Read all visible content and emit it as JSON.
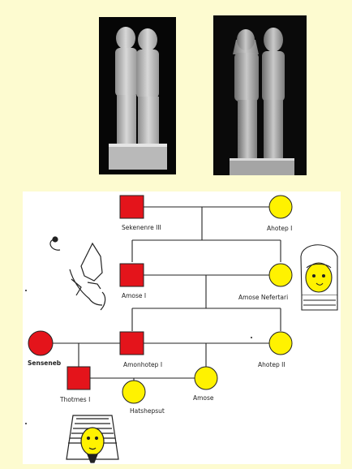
{
  "photos": [
    {
      "id": "statue-pair-left",
      "description_icon": "statue-photo-icon"
    },
    {
      "id": "statue-pair-right",
      "description_icon": "statue-photo-icon"
    }
  ],
  "pedigree": {
    "colors": {
      "male": "#e4141b",
      "female": "#fff200",
      "line": "#222222",
      "background": "#ffffff",
      "page": "#fdfbd0"
    },
    "people": {
      "sekenenre": "Sekenenre III",
      "ahotep1": "Ahotep I",
      "amose1": "Amose I",
      "amose_nefertari": "Amose Nefertari",
      "senseneb": "Senseneb",
      "amonhotep1": "Amonhotep I",
      "ahotep2": "Ahotep II",
      "amose": "Amose",
      "thotmes1": "Thotmes I",
      "hatshepsut": "Hatshepsut"
    }
  }
}
